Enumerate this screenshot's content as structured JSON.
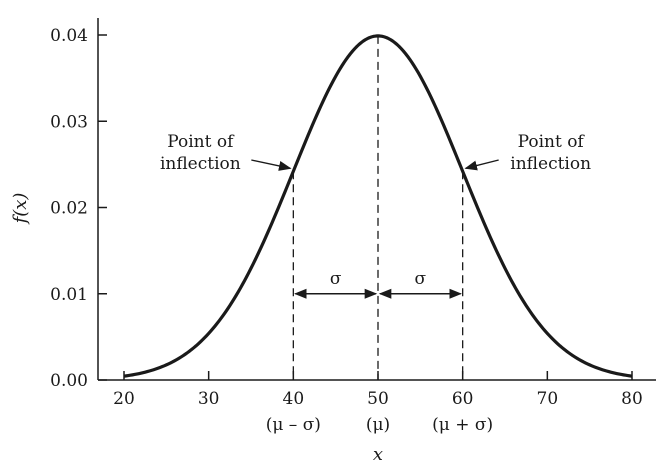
{
  "chart_data": {
    "type": "line",
    "title": "",
    "xlabel": "x",
    "ylabel": "f(x)",
    "xlim": [
      20,
      80
    ],
    "ylim": [
      0,
      0.04
    ],
    "x_ticks": [
      20,
      30,
      40,
      50,
      60,
      70,
      80
    ],
    "y_ticks": [
      0.0,
      0.01,
      0.02,
      0.03,
      0.04
    ],
    "x_tick_labels": [
      "20",
      "30",
      "40",
      "50",
      "60",
      "70",
      "80"
    ],
    "y_tick_labels": [
      "0.00",
      "0.01",
      "0.02",
      "0.03",
      "0.04"
    ],
    "x_sublabels": [
      {
        "x": 40,
        "text": "(μ – σ)"
      },
      {
        "x": 50,
        "text": "(μ)"
      },
      {
        "x": 60,
        "text": "(μ + σ)"
      }
    ],
    "series": [
      {
        "mean": 50,
        "sd": 10,
        "x": [
          20,
          22,
          24,
          26,
          28,
          30,
          32,
          34,
          36,
          38,
          40,
          42,
          44,
          46,
          48,
          50,
          52,
          54,
          56,
          58,
          60,
          62,
          64,
          66,
          68,
          70,
          72,
          74,
          76,
          78,
          80
        ],
        "y": [
          0.0004,
          0.0008,
          0.0014,
          0.0022,
          0.0035,
          0.0054,
          0.0079,
          0.0111,
          0.015,
          0.0194,
          0.0242,
          0.029,
          0.0333,
          0.0368,
          0.0391,
          0.0399,
          0.0391,
          0.0368,
          0.0333,
          0.029,
          0.0242,
          0.0194,
          0.015,
          0.0111,
          0.0079,
          0.0054,
          0.0035,
          0.0022,
          0.0014,
          0.0008,
          0.0004
        ]
      }
    ],
    "vertical_lines": [
      40,
      50,
      60
    ],
    "sigma_arrows": [
      {
        "from": 40,
        "to": 50,
        "y": 0.01,
        "label": "σ"
      },
      {
        "from": 50,
        "to": 60,
        "y": 0.01,
        "label": "σ"
      }
    ],
    "annotations": [
      {
        "lines": [
          "Point of",
          "inflection"
        ],
        "x": 40,
        "side": "left"
      },
      {
        "lines": [
          "Point of",
          "inflection"
        ],
        "x": 60,
        "side": "right"
      }
    ],
    "grid": false,
    "legend": "none"
  }
}
